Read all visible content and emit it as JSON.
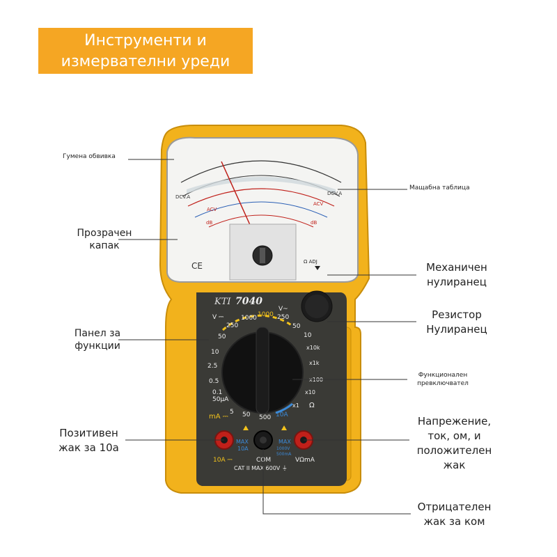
{
  "title": {
    "line1": "Инструменти и",
    "line2": "измервателни уреди"
  },
  "labels": {
    "rubber_casing": "Гумена обвивка",
    "scale_table": "Мащабна таблица",
    "transparent_cover_1": "Прозрачен",
    "transparent_cover_2": "капак",
    "mech_zero_1": "Механичен",
    "mech_zero_2": "нулиранец",
    "resistor_zero_1": "Резистор",
    "resistor_zero_2": "Нулиранец",
    "function_panel_1": "Панел за",
    "function_panel_2": "функции",
    "func_switch_1": "Функционален",
    "func_switch_2": "превключвател",
    "pos_jack_1": "Позитивен",
    "pos_jack_2": "жак за 10а",
    "volt_jack_1": "Напрежение,",
    "volt_jack_2": "ток, ом, и",
    "volt_jack_3": "положителен",
    "volt_jack_4": "жак",
    "neg_jack_1": "Отрицателен",
    "neg_jack_2": "жак за ком"
  },
  "device": {
    "brand": "KTI",
    "model": "7040",
    "adj_label": "Ω ADJ",
    "dial_top": [
      "250",
      "1000",
      "1000",
      "250",
      "50",
      "10"
    ],
    "dial_left": [
      "V ⎓",
      "250",
      "50",
      "10",
      "2.5",
      "0.5",
      "0.1",
      "50μA"
    ],
    "dial_bottom": [
      "mA ⎓",
      "5",
      "50",
      "500",
      "10A"
    ],
    "dial_right": [
      "V~",
      "x10k",
      "x1k",
      "x100",
      "x10",
      "x1",
      "Ω"
    ],
    "jack_left_label": "10A ⎓",
    "jack_mid_label": "COM",
    "jack_right_label": "VΩmA",
    "warn_left_1": "MAX",
    "warn_left_2": "10A",
    "warn_right_1": "MAX",
    "warn_right_2": "1000V",
    "warn_right_3": "500mA",
    "cat_text": "CAT II MAX 600V ⏚",
    "scale_dcv": "DCV.A",
    "scale_acv": "ACV",
    "scale_db": "dB",
    "scale_ce": "CE"
  },
  "colors": {
    "title_bg": "#f5a623",
    "case": "#f2b21c",
    "panel": "#3a3a36",
    "jack_red": "#c0201a"
  }
}
